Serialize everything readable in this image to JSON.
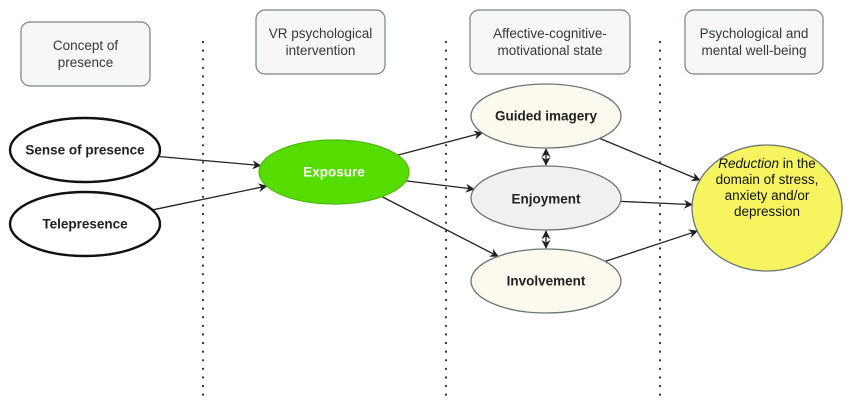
{
  "columns": [
    {
      "id": "concept",
      "header_lines": [
        "Concept of",
        "presence"
      ]
    },
    {
      "id": "intervention",
      "header_lines": [
        "VR psychological",
        "intervention"
      ]
    },
    {
      "id": "state",
      "header_lines": [
        "Affective-cognitive-",
        "motivational state"
      ]
    },
    {
      "id": "wellbeing",
      "header_lines": [
        "Psychological and",
        "mental well-being"
      ]
    }
  ],
  "nodes": {
    "sense_of_presence": {
      "label": "Sense of presence",
      "fill": "#ffffff",
      "stroke": "#111111"
    },
    "telepresence": {
      "label": "Telepresence",
      "fill": "#ffffff",
      "stroke": "#111111"
    },
    "exposure": {
      "label": "Exposure",
      "fill": "#55dd00",
      "stroke": "#4fb800"
    },
    "guided_imagery": {
      "label": "Guided imagery",
      "fill": "#fcf9ee",
      "stroke": "#6b7474"
    },
    "enjoyment": {
      "label": "Enjoyment",
      "fill": "#f0f0f0",
      "stroke": "#6b7474"
    },
    "involvement": {
      "label": "Involvement",
      "fill": "#fcf9ee",
      "stroke": "#6b7474"
    },
    "reduction": {
      "italic_word": "Reduction",
      "line1_rest": " in the",
      "lines": [
        "domain of stress,",
        "anxiety and/or",
        "depression"
      ],
      "fill": "#f6f560",
      "stroke": "#6b7474"
    }
  },
  "edges": [
    {
      "from": "sense_of_presence",
      "to": "exposure",
      "type": "directed"
    },
    {
      "from": "telepresence",
      "to": "exposure",
      "type": "directed"
    },
    {
      "from": "exposure",
      "to": "guided_imagery",
      "type": "directed"
    },
    {
      "from": "exposure",
      "to": "enjoyment",
      "type": "directed"
    },
    {
      "from": "exposure",
      "to": "involvement",
      "type": "directed"
    },
    {
      "from": "guided_imagery",
      "to": "enjoyment",
      "type": "bidirectional"
    },
    {
      "from": "enjoyment",
      "to": "involvement",
      "type": "bidirectional"
    },
    {
      "from": "guided_imagery",
      "to": "reduction",
      "type": "directed"
    },
    {
      "from": "enjoyment",
      "to": "reduction",
      "type": "directed"
    },
    {
      "from": "involvement",
      "to": "reduction",
      "type": "directed"
    }
  ],
  "colors": {
    "header_fill": "#f7f7f7",
    "header_stroke": "#7a8282",
    "edge": "#222222",
    "divider": "#333333"
  }
}
